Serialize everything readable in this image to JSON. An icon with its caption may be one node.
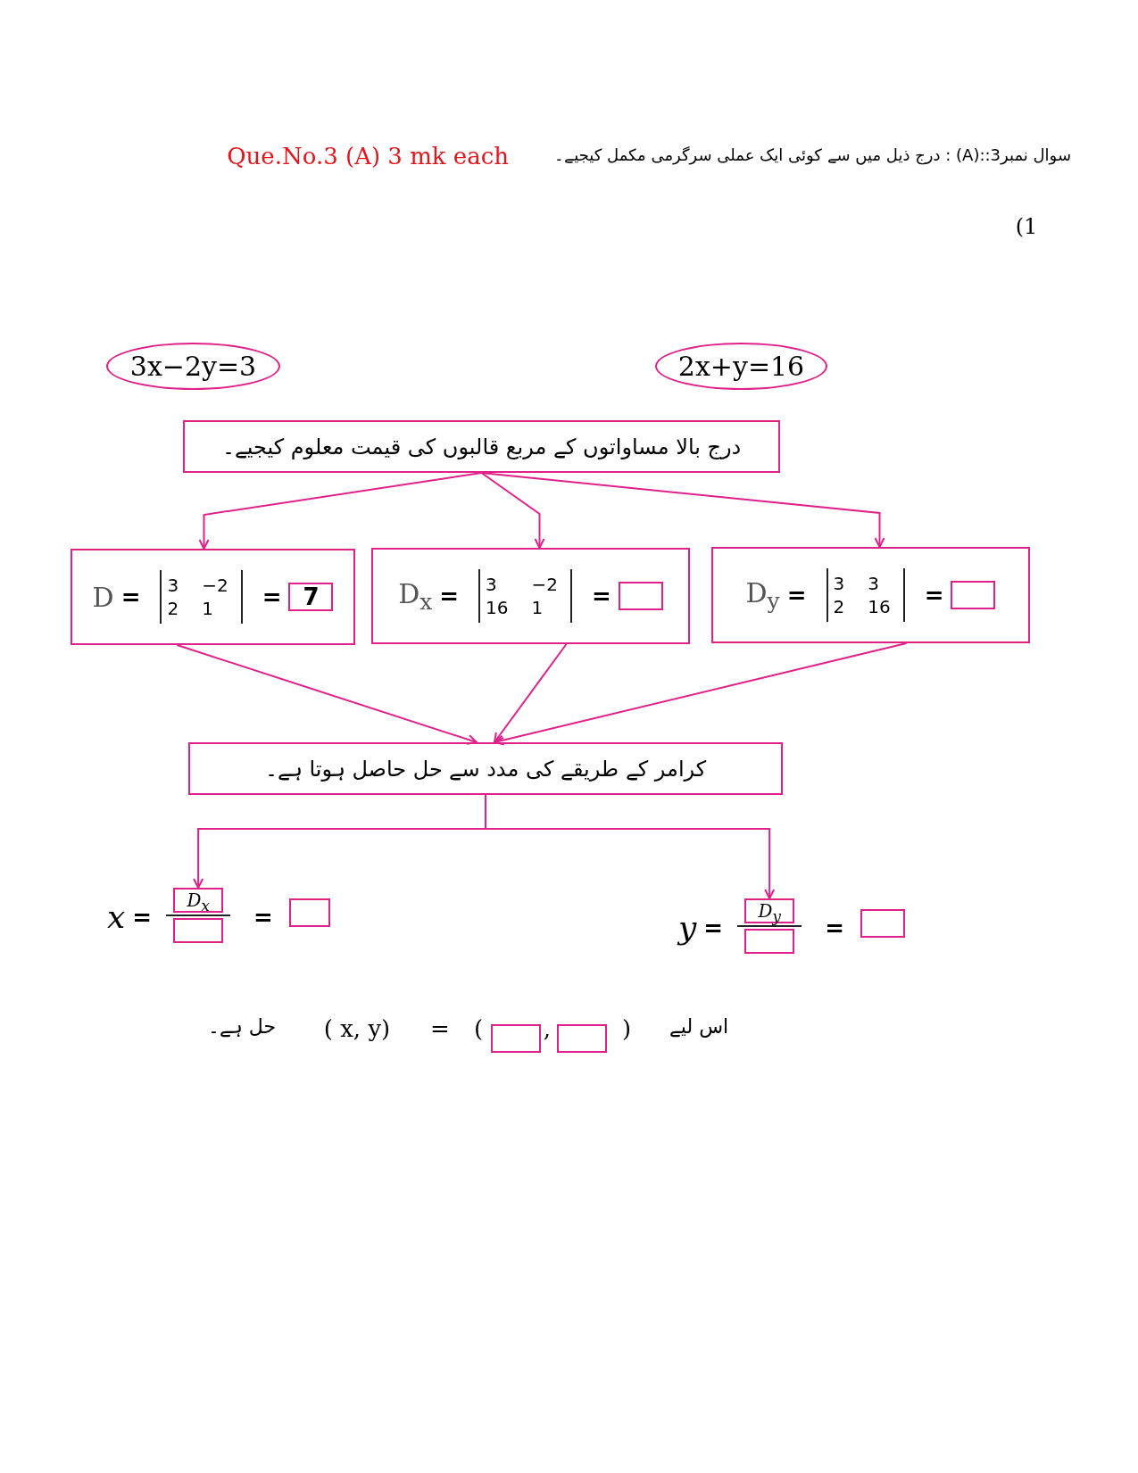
{
  "diagram": {
    "nodes": [
      {
        "text": [
          "3x−2y=3"
        ]
      },
      {
        "text": [
          "2x+y=16"
        ]
      },
      {
        "text": [
          "درج بالا مساواتوں کے مربع قالبوں کی قیمت معلوم کیجیے۔"
        ]
      },
      {
        "text": [
          "D",
          "=",
          "3",
          "−2",
          "2",
          "1",
          "=",
          "7"
        ]
      },
      {
        "text": [
          "D$_{x}$",
          "=",
          "3",
          "−2",
          "16",
          "1",
          "="
        ]
      },
      {
        "text": [
          "D$_{y}$",
          "=",
          "3",
          "3",
          "2",
          "16",
          "="
        ]
      },
      {
        "text": [
          "کرامر کے طریقے کی مدد سے حل حاصل ہوتا ہے۔"
        ]
      },
      {
        "text": [
          "x",
          "=",
          "D$_{x}$",
          "="
        ]
      },
      {
        "text": [
          "y",
          "=",
          "D$_{y}$",
          "="
        ]
      },
      {
        "text": [],
        "shape": "box"
      },
      {
        "text": [],
        "shape": "box"
      }
    ],
    "edges": [
      {
        "from": 2,
        "to": 3,
        "arrow": "to"
      },
      {
        "from": 2,
        "to": 4,
        "arrow": "to"
      },
      {
        "from": 2,
        "to": 5,
        "arrow": "to"
      },
      {
        "from": 3,
        "to": 6,
        "arrow": "to"
      },
      {
        "from": 4,
        "to": 6,
        "arrow": "to"
      },
      {
        "from": 5,
        "to": 6,
        "arrow": "to"
      },
      {
        "from": 6,
        "to": 7,
        "arrow": "to"
      },
      {
        "from": 6,
        "to": 8,
        "arrow": "to"
      }
    ],
    "labels": [
      "سوال نمبر3::(A) : درج ذیل میں سے کوئی ایک عملی سرگرمی مکمل کیجیے۔",
      "Que.No.3 (A) 3 mk each",
      "(1",
      "اس لیے",
      "(",
      ",",
      ")",
      "=",
      "( x, y)",
      "حل ہے۔"
    ]
  }
}
